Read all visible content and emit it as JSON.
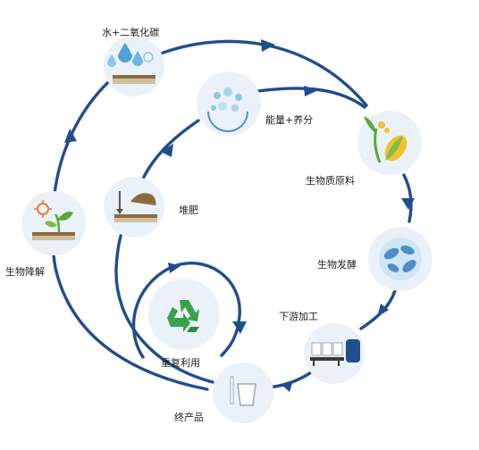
{
  "diagram": {
    "title": "",
    "colors": {
      "arrow": "#1f4e8c",
      "node_fill": "#eaf1f8",
      "recycle": "#3aa34a",
      "soil": "#8a6b3f",
      "water": "#4da3d9",
      "bubble": "#8fc7e8",
      "corn": "#f2c230",
      "leaf": "#58a83a",
      "microbe": "#4f8fc9",
      "sun": "#e87b2f"
    },
    "nodes": [
      {
        "id": "water-co2",
        "label": "水+二氧化碳",
        "icon": "water-drops-icon"
      },
      {
        "id": "energy",
        "label": "能量+养分",
        "icon": "nutrient-bubbles-icon"
      },
      {
        "id": "biomass",
        "label": "生物质原料",
        "icon": "corn-plant-icon"
      },
      {
        "id": "fermentation",
        "label": "生物发酵",
        "icon": "microbes-icon"
      },
      {
        "id": "processing",
        "label": "下游加工",
        "icon": "processing-tank-icon"
      },
      {
        "id": "product",
        "label": "终产品",
        "icon": "cup-product-icon"
      },
      {
        "id": "reuse",
        "label": "重复利用",
        "icon": "recycle-icon"
      },
      {
        "id": "compost",
        "label": "堆肥",
        "icon": "compost-shovel-icon"
      },
      {
        "id": "biodegrade",
        "label": "生物降解",
        "icon": "sprout-sun-icon"
      }
    ]
  }
}
